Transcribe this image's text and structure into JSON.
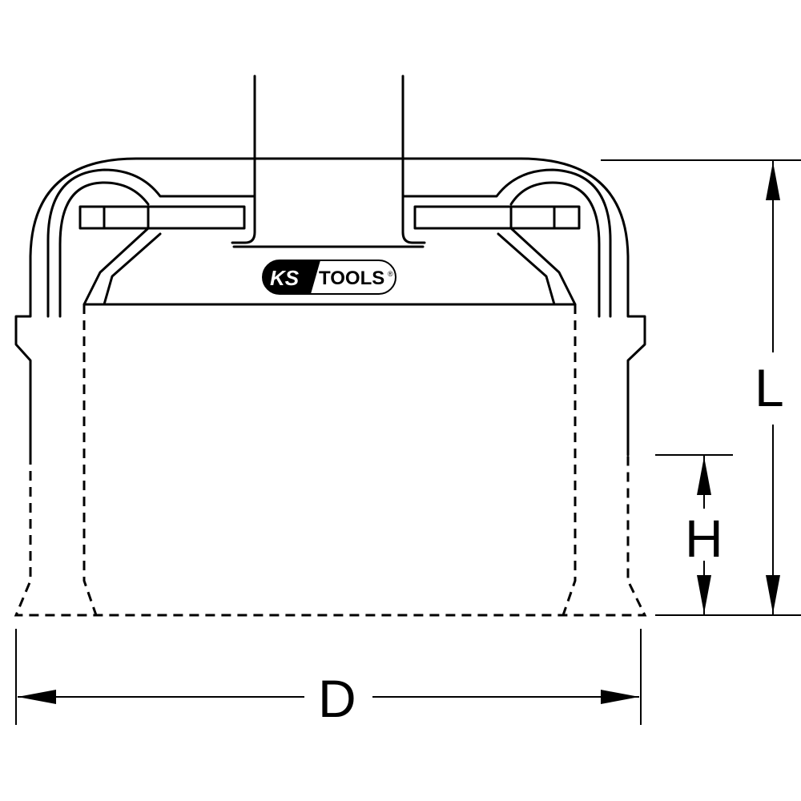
{
  "brand": {
    "logo_ks": "KS",
    "logo_tools": "TOOLS",
    "logo_reg": "®"
  },
  "dimensions": {
    "length_label": "L",
    "height_label": "H",
    "diameter_label": "D"
  },
  "colors": {
    "line": "#000000",
    "background": "#ffffff"
  }
}
